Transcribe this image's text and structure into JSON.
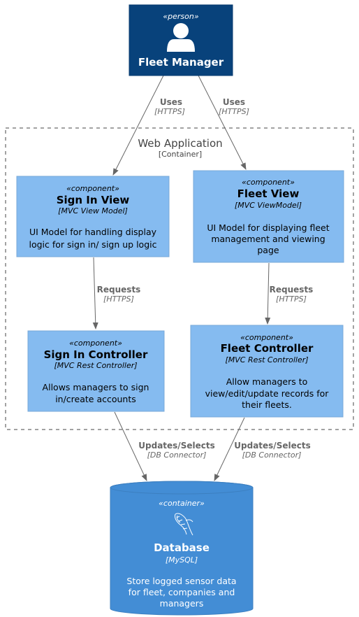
{
  "boundary": {
    "title": "Web Application",
    "subtitle": "[Container]"
  },
  "nodes": {
    "fleet_manager": {
      "stereotype": "«person»",
      "title": "Fleet Manager",
      "icon": "person-icon",
      "color": "#08427B"
    },
    "sign_in_view": {
      "stereotype": "«component»",
      "title": "Sign In View",
      "tech": "[MVC View Model]",
      "desc": [
        "UI Model for handling display",
        "logic for sign in/ sign up logic"
      ],
      "color": "#85BBF0"
    },
    "fleet_view": {
      "stereotype": "«component»",
      "title": "Fleet View",
      "tech": "[MVC ViewModel]",
      "desc": [
        "UI Model for displaying fleet",
        "management and viewing",
        "page"
      ],
      "color": "#85BBF0"
    },
    "sign_in_controller": {
      "stereotype": "«component»",
      "title": "Sign In Controller",
      "tech": "[MVC Rest Controller]",
      "desc": [
        "Allows managers to sign",
        "in/create accounts"
      ],
      "color": "#85BBF0"
    },
    "fleet_controller": {
      "stereotype": "«component»",
      "title": "Fleet Controller",
      "tech": "[MVC Rest Controller]",
      "desc": [
        "Allow managers to",
        "view/edit/update records for",
        "their fleets."
      ],
      "color": "#85BBF0"
    },
    "database": {
      "stereotype": "«container»",
      "title": "Database",
      "tech": "[MySQL]",
      "icon": "mysql-dolphin-icon",
      "desc": [
        "Store logged sensor data",
        "for fleet, companies and",
        "managers"
      ],
      "color": "#438DD5"
    }
  },
  "edges": [
    {
      "id": "uses_left",
      "label": "Uses",
      "tech": "[HTTPS]"
    },
    {
      "id": "uses_right",
      "label": "Uses",
      "tech": "[HTTPS]"
    },
    {
      "id": "requests_left",
      "label": "Requests",
      "tech": "[HTTPS]"
    },
    {
      "id": "requests_right",
      "label": "Requests",
      "tech": "[HTTPS]"
    },
    {
      "id": "updates_left",
      "label": "Updates/Selects",
      "tech": "[DB Connector]"
    },
    {
      "id": "updates_right",
      "label": "Updates/Selects",
      "tech": "[DB Connector]"
    }
  ]
}
